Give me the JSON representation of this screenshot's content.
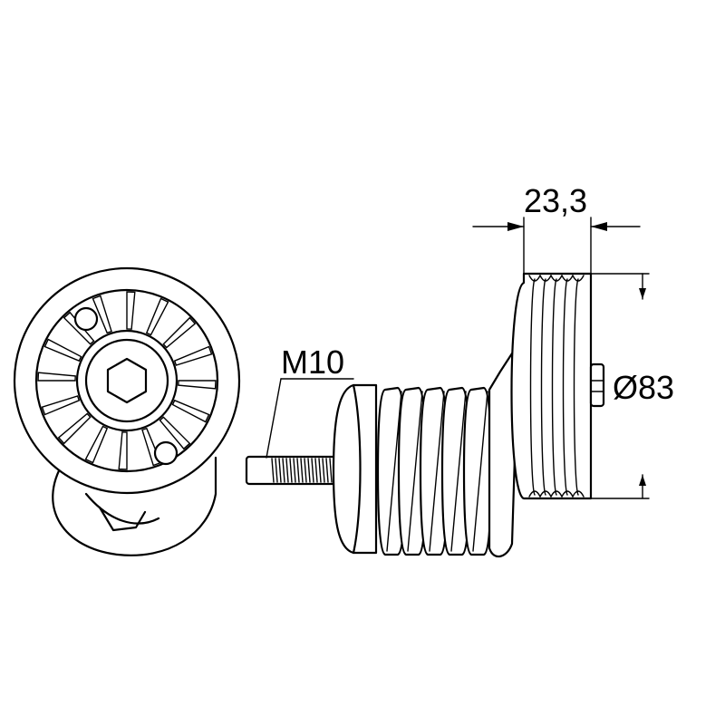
{
  "labels": {
    "thread": "M10",
    "width": "23,3",
    "diameter": "Ø83"
  },
  "colors": {
    "line": "#000000",
    "background": "#ffffff"
  }
}
